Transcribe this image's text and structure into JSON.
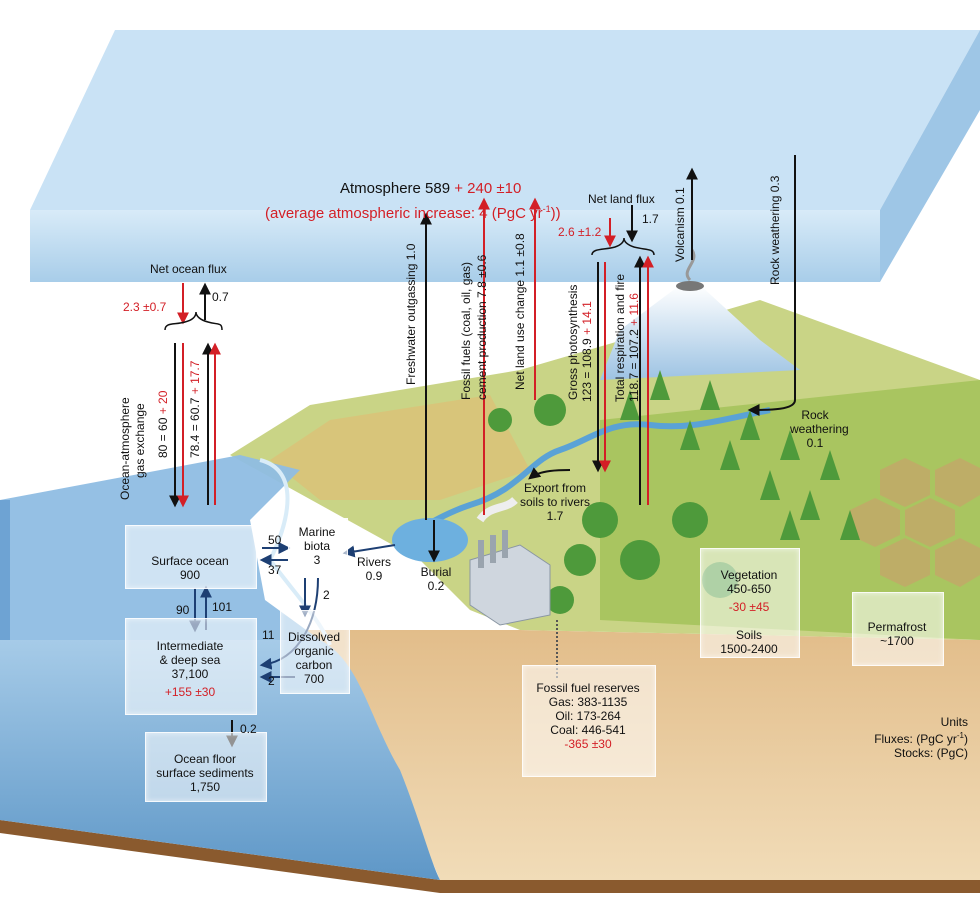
{
  "atmosphere": {
    "line1_black": "Atmosphere 589",
    "line1_red": " + 240 ±10",
    "line2": "(average atmospheric increase: 4 (PgC yr",
    "line2_sup": "-1",
    "line2_end": "))"
  },
  "ocean_flux": {
    "net_title": "Net ocean flux",
    "net_down": "2.3 ±0.7",
    "net_up": "0.7",
    "exchange_label_1": "Ocean-atmosphere",
    "exchange_label_2": "gas exchange",
    "down_black": "80 = 60",
    "down_red": " + 20",
    "up_black": "78.4 = 60.7",
    "up_red": " + 17.7"
  },
  "land_vertical": {
    "freshwater": "Freshwater outgassing   1.0",
    "fossil_1": "Fossil fuels (coal, oil, gas)",
    "fossil_2": "cement production      7.8 ±0.6",
    "land_use": "Net land use change   1.1 ±0.8",
    "net_land_title": "Net land flux",
    "net_land_red": "2.6 ±1.2",
    "net_land_black": "1.7",
    "gross_1": "Gross photosynthesis",
    "gross_black": "123 = 108.9",
    "gross_red": " + 14.1",
    "resp_1": "Total respiration and fire",
    "resp_black": "118.7 = 107.2",
    "resp_red": " + 11.6",
    "volcanism": "Volcanism   0.1",
    "rock_weathering": "Rock weathering   0.3"
  },
  "labels": {
    "rock_weathering_1": "Rock",
    "rock_weathering_2": "weathering",
    "rock_weathering_3": "0.1",
    "export_1": "Export from",
    "export_2": "soils to rivers",
    "export_3": "1.7",
    "rivers_1": "Rivers",
    "rivers_2": "0.9",
    "burial_1": "Burial",
    "burial_2": "0.2"
  },
  "ocean_boxes": {
    "surface_1": "Surface ocean",
    "surface_2": "900",
    "marine_1": "Marine",
    "marine_2": "biota",
    "marine_3": "3",
    "deep_1": "Intermediate",
    "deep_2": "& deep sea",
    "deep_3": "37,100",
    "deep_red": "+155 ±30",
    "doc_1": "Dissolved",
    "doc_2": "organic",
    "doc_3": "carbon",
    "doc_4": "700",
    "sediment_1": "Ocean floor",
    "sediment_2": "surface sediments",
    "sediment_3": "1,750",
    "f50": "50",
    "f37": "37",
    "f90": "90",
    "f101": "101",
    "f2a": "2",
    "f11": "11",
    "f2b": "2",
    "f02": "0.2"
  },
  "land_boxes": {
    "veg_1": "Vegetation",
    "veg_2": "450-650",
    "veg_red": "-30 ±45",
    "soils_1": "Soils",
    "soils_2": "1500-2400",
    "perma_1": "Permafrost",
    "perma_2": "~1700",
    "fossil_title": "Fossil fuel reserves",
    "gas": "Gas: 383-1135",
    "oil": "Oil: 173-264",
    "coal": "Coal: 446-541",
    "fossil_red": "-365 ±30"
  },
  "units": {
    "title": "Units",
    "fluxes": "Fluxes: (PgC yr",
    "fluxes_sup": "-1",
    "fluxes_end": ")",
    "stocks": "Stocks: (PgC)"
  },
  "colors": {
    "red": "#d31f26",
    "arrow_blue": "#1d3f73",
    "ocean": "#8ab8df",
    "land": "#b8c96a",
    "soil": "#e8cba0"
  }
}
